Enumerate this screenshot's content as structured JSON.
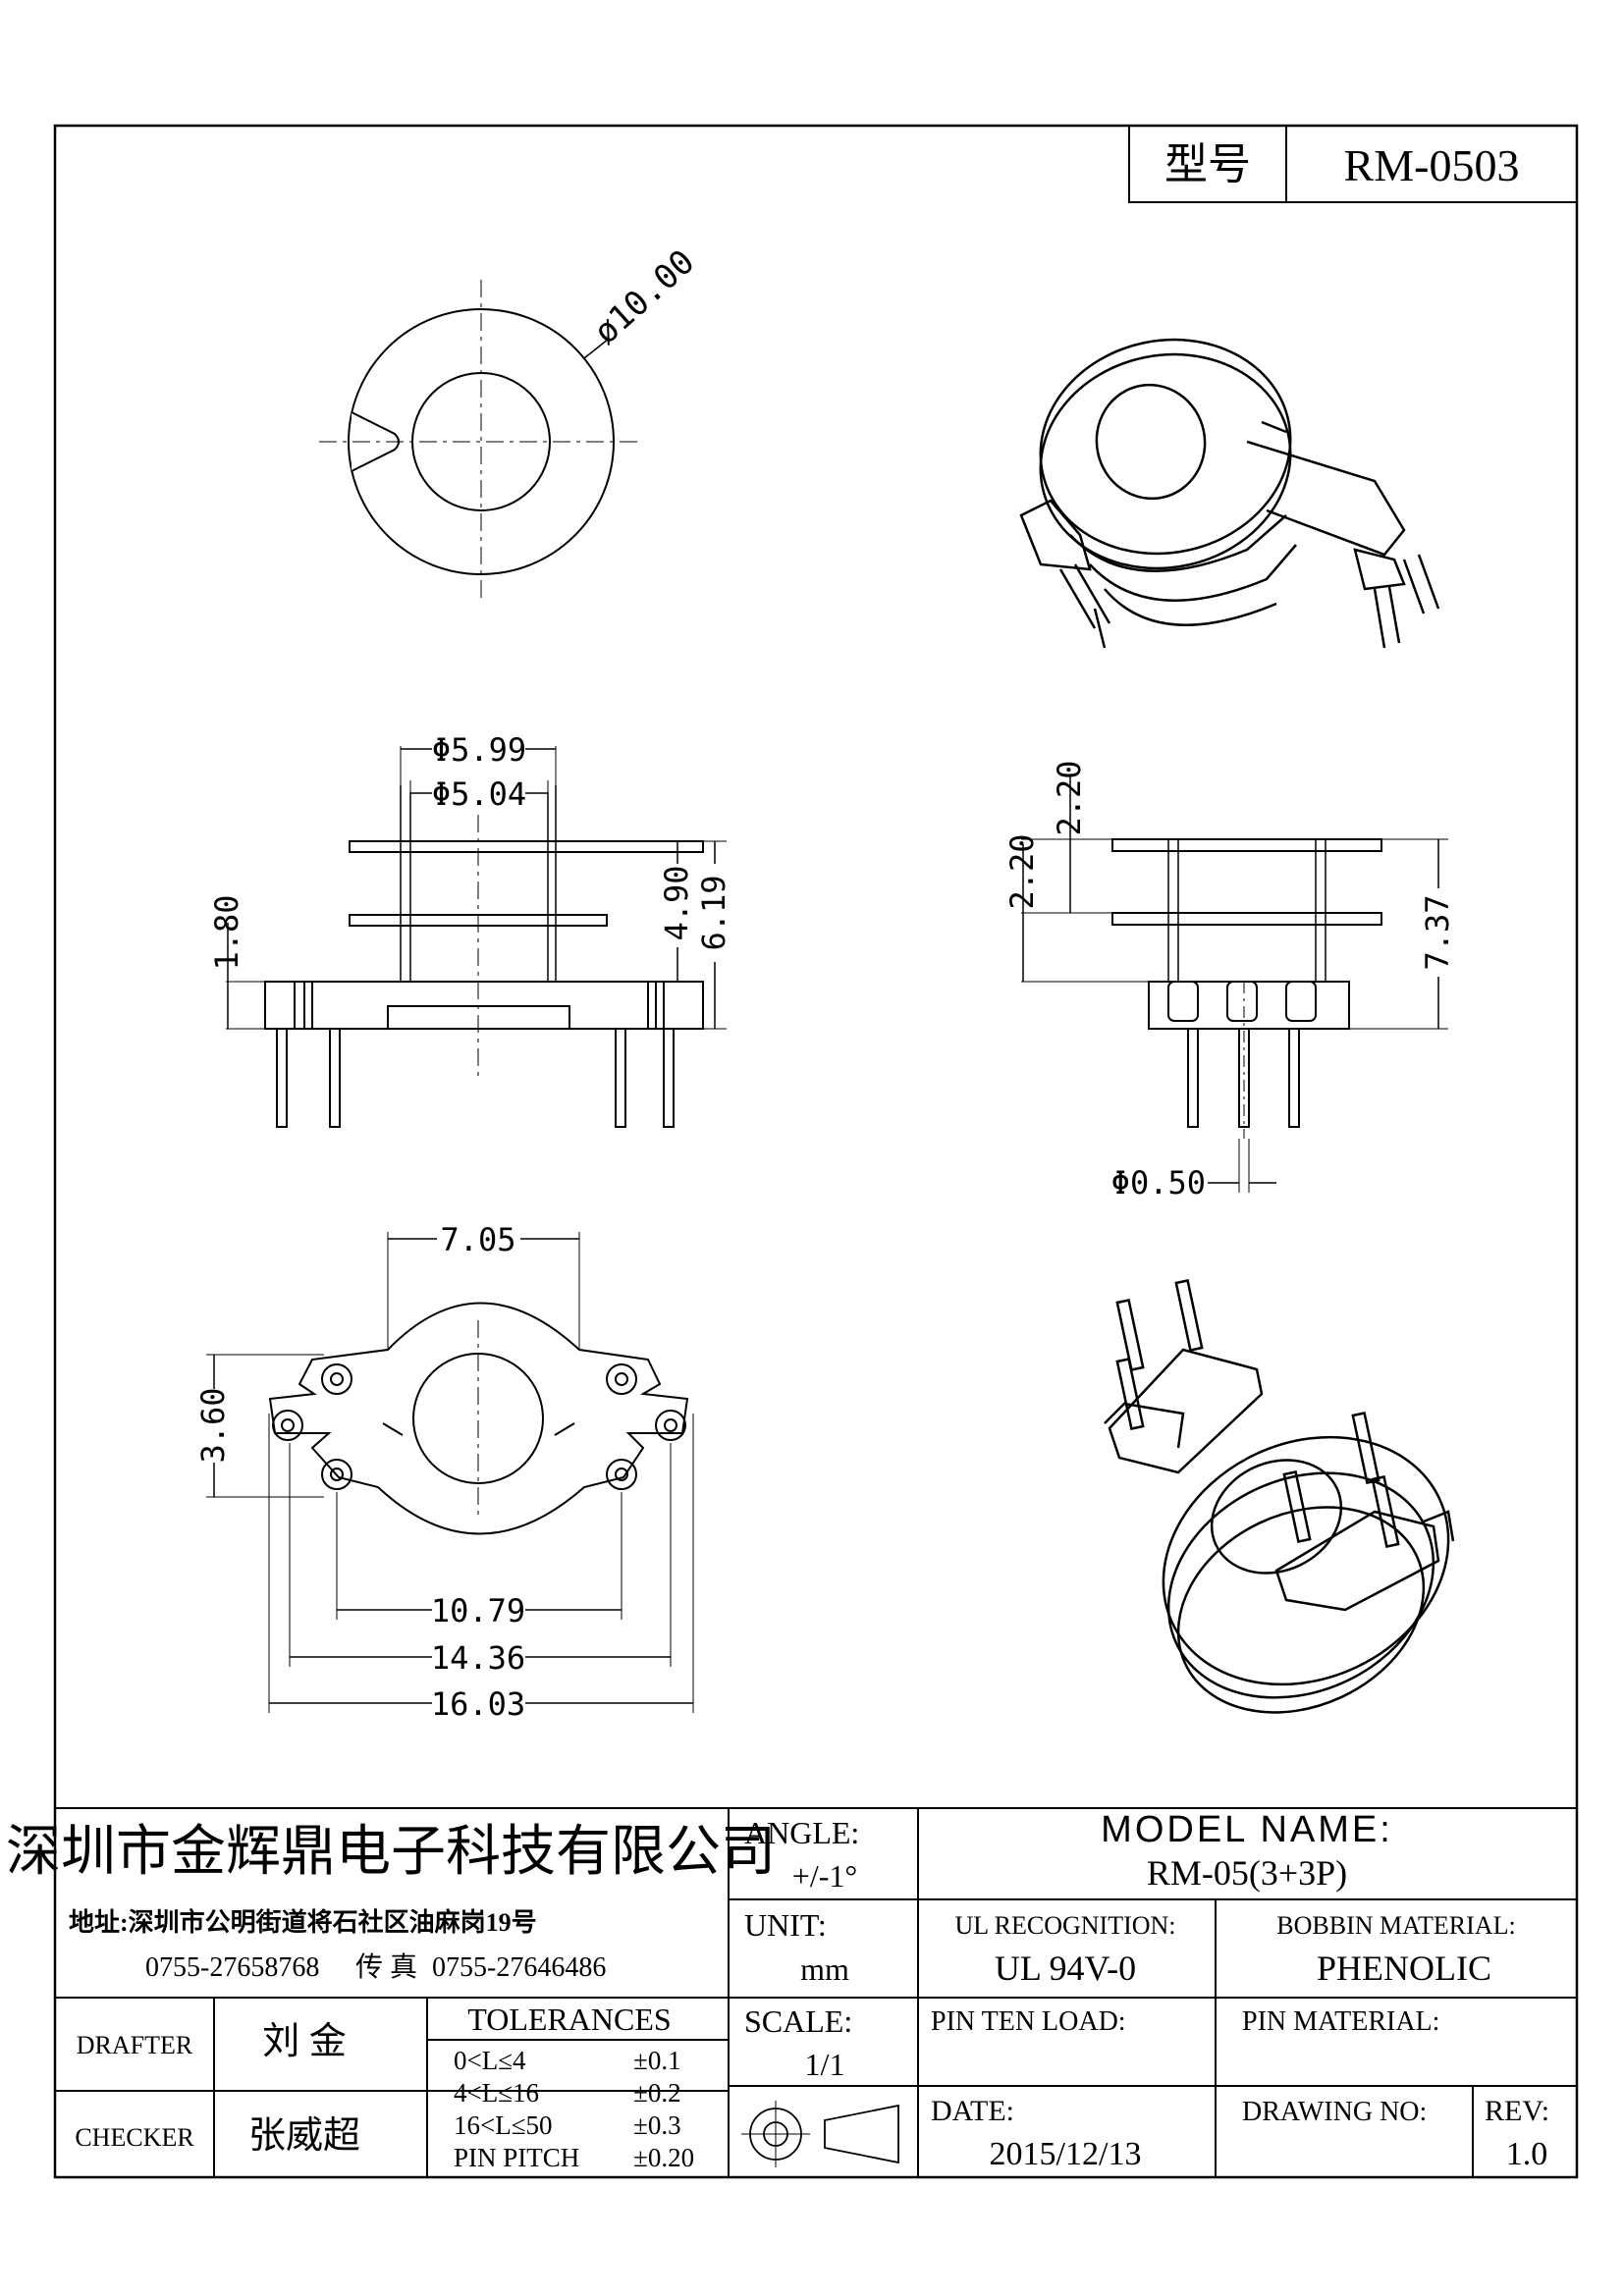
{
  "header": {
    "model_label": "型号",
    "model_value": "RM-0503"
  },
  "dimensions": {
    "outer_diameter": "ø10.00",
    "d1": "Φ5.99",
    "d2": "Φ5.04",
    "h_1_80": "1.80",
    "h_4_90": "4.90",
    "h_6_19": "6.19",
    "h_2_20_a": "2.20",
    "h_2_20_b": "2.20",
    "h_7_37": "7.37",
    "pin_dia": "Φ0.50",
    "w_7_05": "7.05",
    "p_3_60": "3.60",
    "w_10_79": "10.79",
    "w_14_36": "14.36",
    "w_16_03": "16.03"
  },
  "title_block": {
    "company": "深圳市金辉鼎电子科技有限公司",
    "address": "地址:深圳市公明街道将石社区油麻岗19号",
    "phone": "0755-27658768",
    "fax_label": "传 真",
    "fax": "0755-27646486",
    "angle_label": "ANGLE:",
    "angle_value": "+/-1°",
    "model_name_label": "MODEL NAME:",
    "model_name_value": "RM-05(3+3P)",
    "unit_label": "UNIT:",
    "unit_value": "mm",
    "ul_label": "UL RECOGNITION:",
    "ul_value": "UL 94V-0",
    "bobbin_label": "BOBBIN MATERIAL:",
    "bobbin_value": "PHENOLIC",
    "drafter_label": "DRAFTER",
    "drafter_value": "刘 金",
    "checker_label": "CHECKER",
    "checker_value": "张威超",
    "tolerances_label": "TOLERANCES",
    "tolerances": [
      {
        "range": "0<L≤4",
        "value": "±0.1"
      },
      {
        "range": "4<L≤16",
        "value": "±0.2"
      },
      {
        "range": "16<L≤50",
        "value": "±0.3"
      },
      {
        "range": "PIN PITCH",
        "value": "±0.20"
      }
    ],
    "scale_label": "SCALE:",
    "scale_value": "1/1",
    "pin_ten_label": "PIN TEN LOAD:",
    "pin_material_label": "PIN MATERIAL:",
    "date_label": "DATE:",
    "date_value": "2015/12/13",
    "drawing_no_label": "DRAWING NO:",
    "rev_label": "REV:",
    "rev_value": "1.0"
  }
}
